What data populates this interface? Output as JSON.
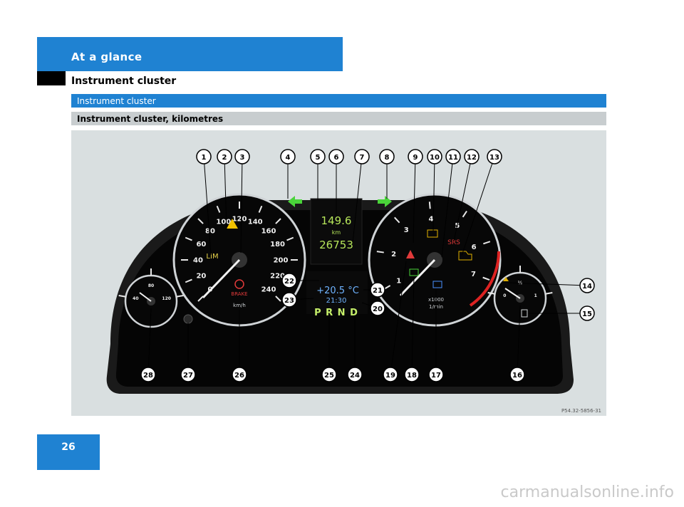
{
  "header": {
    "tab_label": "At a glance",
    "section_title": "Instrument cluster"
  },
  "bands": {
    "blue": "Instrument cluster",
    "grey": "Instrument cluster, kilometres"
  },
  "cluster": {
    "speedo_ticks": [
      "0",
      "20",
      "40",
      "60",
      "80",
      "100",
      "120",
      "140",
      "160",
      "180",
      "200",
      "220",
      "240"
    ],
    "speed_unit": "km/h",
    "lim_label": "LIM",
    "brake_label": "BRAKE",
    "trip": "149.6",
    "trip_unit": "km",
    "odometer": "26753",
    "temperature": "+20.5 °C",
    "clock": "21:30",
    "gear": "P R N D",
    "tacho_ticks": [
      "1",
      "2",
      "3",
      "4",
      "5",
      "6",
      "7"
    ],
    "tacho_unit_a": "x1000",
    "tacho_unit_b": "1/min",
    "srs_label": "SRS",
    "coolant_ticks": [
      "40",
      "80",
      "120"
    ],
    "fuel_ticks": [
      "0",
      "½",
      "1"
    ],
    "ref_code": "P54.32-5856-31",
    "callouts_top": [
      "1",
      "2",
      "3",
      "4",
      "5",
      "6",
      "7",
      "8",
      "9",
      "10",
      "11",
      "12",
      "13"
    ],
    "callouts_right": [
      "14",
      "15"
    ],
    "callouts_bottom": [
      "28",
      "27",
      "26",
      "25",
      "24",
      "19",
      "18",
      "17",
      "16"
    ],
    "callouts_mid": [
      "22",
      "23",
      "21",
      "20"
    ]
  },
  "page_number": "26",
  "watermark": "carmanualsonline.info",
  "colors": {
    "accent": "#1f82d2",
    "band_grey": "#c8cdcf",
    "figure_bg": "#d9dfe0"
  }
}
